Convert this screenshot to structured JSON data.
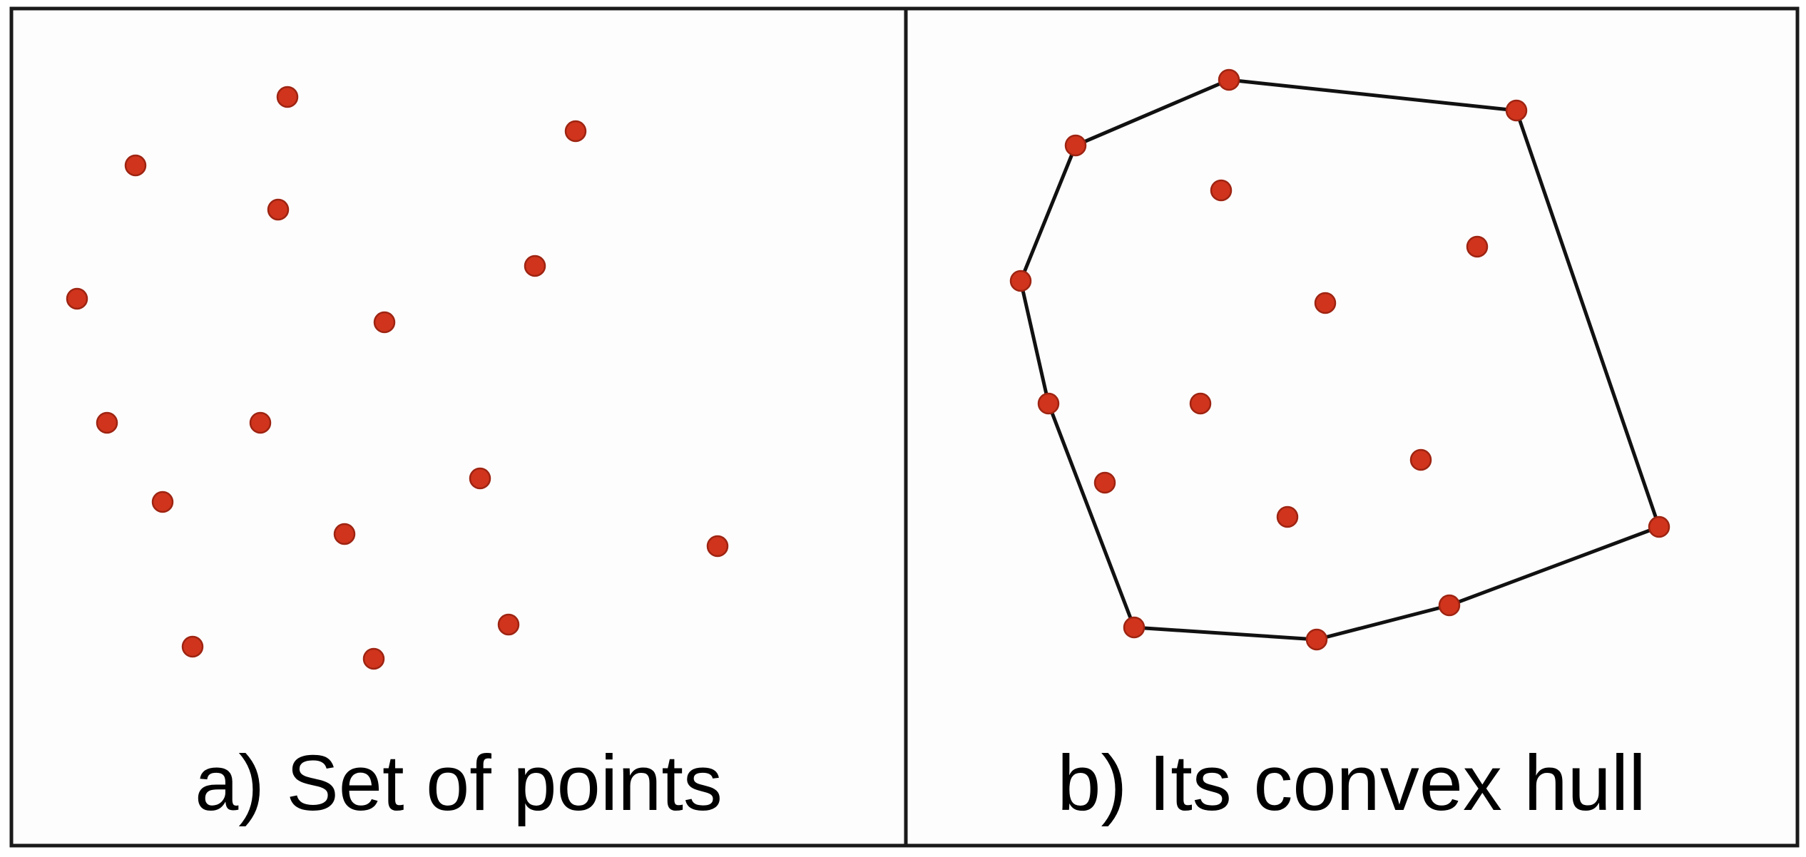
{
  "point_color": "#d0341c",
  "hull_color": "#111111",
  "panels": [
    {
      "caption": "a) Set of points",
      "points": [
        [
          403,
          136
        ],
        [
          807,
          184
        ],
        [
          190,
          232
        ],
        [
          390,
          294
        ],
        [
          108,
          419
        ],
        [
          750,
          373
        ],
        [
          539,
          452
        ],
        [
          150,
          593
        ],
        [
          365,
          593
        ],
        [
          228,
          704
        ],
        [
          673,
          671
        ],
        [
          483,
          749
        ],
        [
          1006,
          766
        ],
        [
          270,
          907
        ],
        [
          713,
          876
        ],
        [
          524,
          924
        ]
      ]
    },
    {
      "caption": "b) Its convex hull",
      "hull": [
        [
          1723,
          112
        ],
        [
          2126,
          155
        ],
        [
          2326,
          739
        ],
        [
          2032,
          849
        ],
        [
          1846,
          897
        ],
        [
          1590,
          880
        ],
        [
          1470,
          566
        ],
        [
          1431,
          394
        ],
        [
          1508,
          204
        ]
      ],
      "inner_points": [
        [
          1712,
          267
        ],
        [
          2071,
          346
        ],
        [
          1858,
          425
        ],
        [
          1683,
          566
        ],
        [
          1992,
          645
        ],
        [
          1549,
          677
        ],
        [
          1805,
          725
        ]
      ]
    }
  ]
}
